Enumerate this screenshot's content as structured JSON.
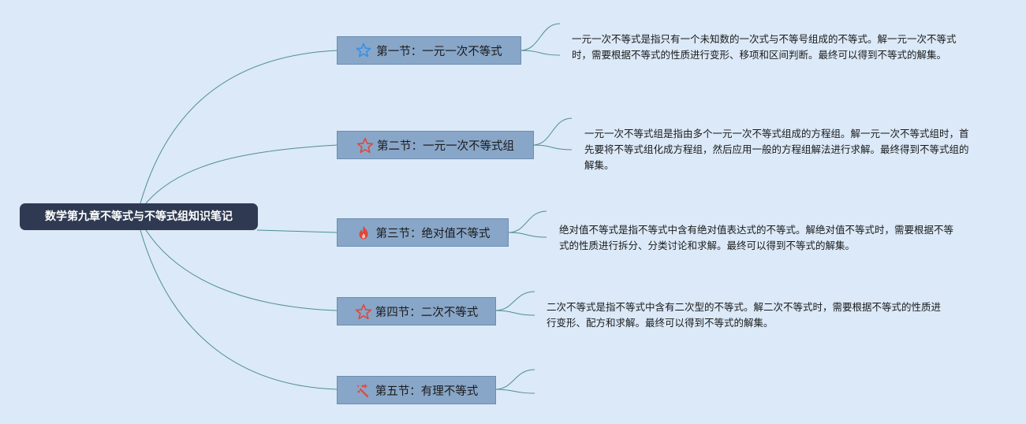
{
  "root": {
    "title": "数学第九章不等式与不等式组知识笔记"
  },
  "sections": [
    {
      "label": "第一节：一元一次不等式",
      "icon": "star-outline-blue-icon",
      "note": "一元一次不等式是指只有一个未知数的一次式与不等号组成的不等式。解一元一次不等式时，需要根据不等式的性质进行变形、移项和区间判断。最终可以得到不等式的解集。"
    },
    {
      "label": "第二节：一元一次不等式组",
      "icon": "star-outline-red-icon",
      "note": "一元一次不等式组是指由多个一元一次不等式组成的方程组。解一元一次不等式组时，首先要将不等式组化成方程组，然后应用一般的方程组解法进行求解。最终得到不等式组的解集。"
    },
    {
      "label": "第三节：绝对值不等式",
      "icon": "fire-icon",
      "note": "绝对值不等式是指不等式中含有绝对值表达式的不等式。解绝对值不等式时，需要根据不等式的性质进行拆分、分类讨论和求解。最终可以得到不等式的解集。"
    },
    {
      "label": "第四节：二次不等式",
      "icon": "star-outline-red-icon",
      "note": "二次不等式是指不等式中含有二次型的不等式。解二次不等式时，需要根据不等式的性质进行变形、配方和求解。最终可以得到不等式的解集。"
    },
    {
      "label": "第五节：有理不等式",
      "icon": "magic-wand-icon",
      "note": ""
    }
  ],
  "colors": {
    "background": "#dbe9f8",
    "root_fill": "#2f3a52",
    "topic_fill": "#88a6c8",
    "connector": "#4f8f8f",
    "star_blue": "#3a8fe0",
    "star_red": "#e0453a"
  }
}
